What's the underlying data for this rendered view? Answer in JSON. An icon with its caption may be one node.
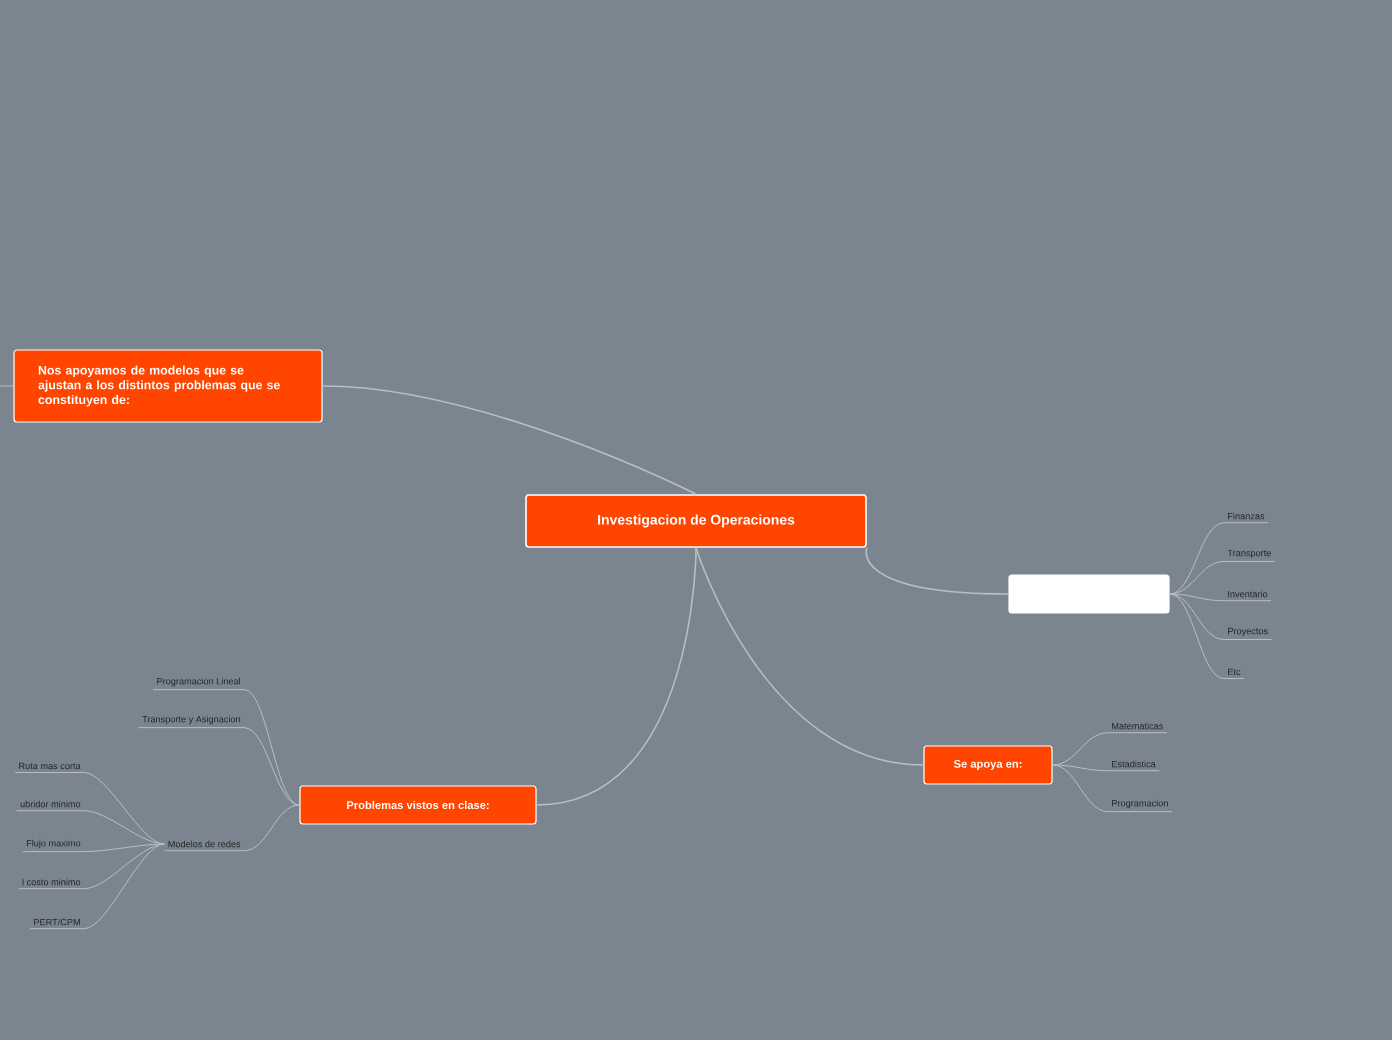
{
  "diagram": {
    "nodes": [
      {
        "text": [
          "Investigacion de Operaciones"
        ]
      },
      {
        "text": [
          "Nos apoyamos de modelos que se ajustan a los distintos problemas que se constituyen de:"
        ]
      },
      {
        "text": [],
        "shape": "box"
      },
      {
        "text": [
          "Finanzas"
        ]
      },
      {
        "text": [
          "Transporte"
        ]
      },
      {
        "text": [
          "Inventario"
        ]
      },
      {
        "text": [
          "Proyectos"
        ]
      },
      {
        "text": [
          "Etc"
        ]
      },
      {
        "text": [
          "Se apoya en:"
        ]
      },
      {
        "text": [
          "Matematicas"
        ]
      },
      {
        "text": [
          "Estadistica"
        ]
      },
      {
        "text": [
          "Programacion"
        ]
      },
      {
        "text": [
          "Problemas vistos en clase:"
        ]
      },
      {
        "text": [
          "Programacion Lineal"
        ]
      },
      {
        "text": [
          "Transporte y Asignacion"
        ]
      },
      {
        "text": [
          "Modelos de redes"
        ]
      },
      {
        "text": [
          "Ruta mas corta"
        ]
      },
      {
        "text": [
          "ubridor minimo"
        ]
      },
      {
        "text": [
          "Flujo maximo"
        ]
      },
      {
        "text": [
          "l costo minimo"
        ]
      },
      {
        "text": [
          "PERT/CPM"
        ]
      }
    ],
    "edges": [
      {
        "from": 0,
        "to": 1,
        "arrow": "none"
      },
      {
        "from": 0,
        "to": 2,
        "arrow": "none"
      },
      {
        "from": 0,
        "to": 8,
        "arrow": "none"
      },
      {
        "from": 0,
        "to": 12,
        "arrow": "none"
      },
      {
        "from": 1,
        "to": null,
        "arrow": "none"
      },
      {
        "from": 2,
        "to": 3,
        "arrow": "none"
      },
      {
        "from": 2,
        "to": 4,
        "arrow": "none"
      },
      {
        "from": 2,
        "to": 5,
        "arrow": "none"
      },
      {
        "from": 2,
        "to": 6,
        "arrow": "none"
      },
      {
        "from": 2,
        "to": 7,
        "arrow": "none"
      },
      {
        "from": 8,
        "to": 9,
        "arrow": "none"
      },
      {
        "from": 8,
        "to": 10,
        "arrow": "none"
      },
      {
        "from": 8,
        "to": 11,
        "arrow": "none"
      },
      {
        "from": 12,
        "to": 13,
        "arrow": "none"
      },
      {
        "from": 12,
        "to": 14,
        "arrow": "none"
      },
      {
        "from": 12,
        "to": 15,
        "arrow": "none"
      },
      {
        "from": 15,
        "to": 16,
        "arrow": "none"
      },
      {
        "from": 15,
        "to": 17,
        "arrow": "none"
      },
      {
        "from": 15,
        "to": 18,
        "arrow": "none"
      },
      {
        "from": 15,
        "to": 19,
        "arrow": "none"
      },
      {
        "from": 15,
        "to": 20,
        "arrow": "none"
      }
    ]
  }
}
